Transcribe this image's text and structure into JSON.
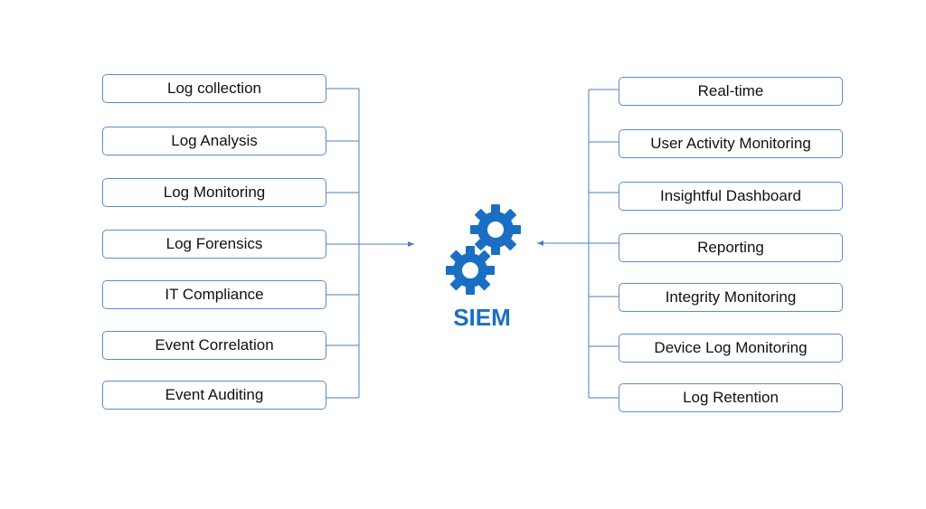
{
  "center": {
    "label": "SIEM",
    "icon": "gears-icon",
    "color": "#1a6fc4"
  },
  "left_items": [
    {
      "label": "Log collection"
    },
    {
      "label": "Log Analysis"
    },
    {
      "label": "Log Monitoring"
    },
    {
      "label": "Log Forensics"
    },
    {
      "label": "IT Compliance"
    },
    {
      "label": "Event Correlation"
    },
    {
      "label": "Event Auditing"
    }
  ],
  "right_items": [
    {
      "label": "Real-time"
    },
    {
      "label": "User Activity Monitoring"
    },
    {
      "label": "Insightful Dashboard"
    },
    {
      "label": "Reporting"
    },
    {
      "label": "Integrity Monitoring"
    },
    {
      "label": "Device Log Monitoring"
    },
    {
      "label": "Log Retention"
    }
  ],
  "colors": {
    "box_border": "#5b8ccf",
    "connector": "#4a7cc4",
    "gear": "#1a6fc4"
  }
}
